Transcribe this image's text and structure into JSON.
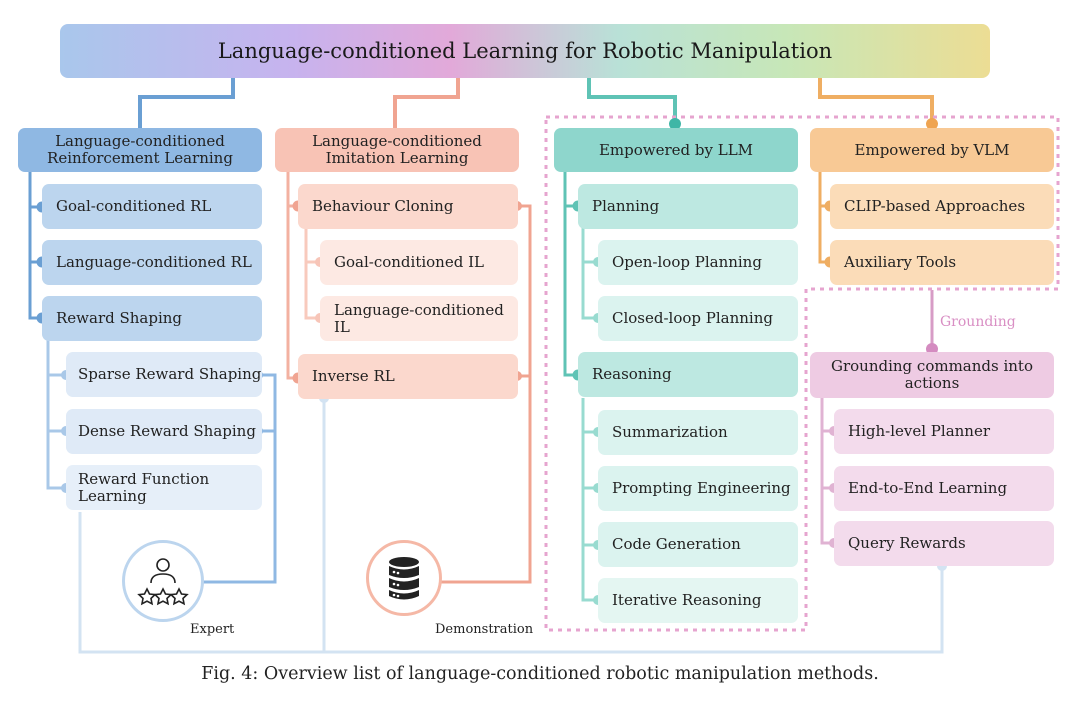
{
  "title": "Language-conditioned Learning for Robotic Manipulation",
  "columns": {
    "rl": {
      "header": "Language-conditioned Reinforcement Learning",
      "items": [
        "Goal-conditioned RL",
        "Language-conditioned RL",
        "Reward Shaping"
      ],
      "sub_items": [
        "Sparse Reward Shaping",
        "Dense Reward Shaping",
        "Reward Function Learning"
      ]
    },
    "il": {
      "header": "Language-conditioned Imitation Learning",
      "behaviour_cloning": "Behaviour Cloning",
      "bc_sub": [
        "Goal-conditioned IL",
        "Language-conditioned IL"
      ],
      "inverse_rl": "Inverse RL"
    },
    "llm": {
      "header": "Empowered by LLM",
      "planning": "Planning",
      "planning_sub": [
        "Open-loop Planning",
        "Closed-loop Planning"
      ],
      "reasoning": "Reasoning",
      "reasoning_sub": [
        "Summarization",
        "Prompting Engineering",
        "Code Generation",
        "Iterative Reasoning"
      ]
    },
    "vlm": {
      "header": "Empowered by VLM",
      "items": [
        "CLIP-based Approaches",
        "Auxiliary Tools"
      ]
    },
    "grounding": {
      "label": "Grounding",
      "header": "Grounding commands into actions",
      "items": [
        "High-level Planner",
        "End-to-End Learning",
        "Query Rewards"
      ]
    }
  },
  "icons": {
    "expert": {
      "label": "Expert",
      "icon": "expert-rating-icon"
    },
    "demonstration": {
      "label": "Demonstration",
      "icon": "database-icon"
    }
  },
  "caption": "Fig. 4: Overview list of language-conditioned robotic manipulation methods.",
  "colors": {
    "rl_header": "#8fb8e3",
    "rl_item": "#bcd5ee",
    "rl_sub": "#dfeaf7",
    "rl_line": "#6a9fd3",
    "il_header": "#f8c3b5",
    "il_item": "#fbd8cd",
    "il_sub": "#fde9e3",
    "il_line": "#f0a491",
    "llm_header": "#8ed6cc",
    "llm_item": "#bde8e1",
    "llm_sub": "#dbf3ef",
    "llm_line": "#5fc3b5",
    "vlm_header": "#f8c995",
    "vlm_item": "#fbdcb8",
    "vlm_line": "#efae63",
    "gr_header": "#eecbe3",
    "gr_item": "#f3dbec",
    "gr_line": "#d79cc6",
    "feedback_line": "#cfe0f0",
    "dashed": "#e6a4cf"
  }
}
